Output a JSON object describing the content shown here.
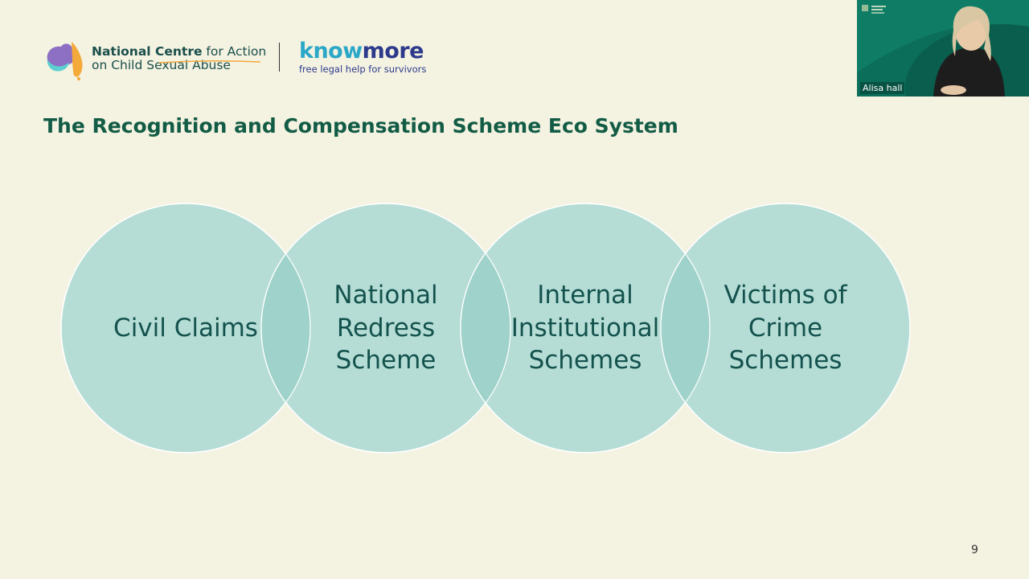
{
  "header": {
    "ncac_logo": {
      "line1_bold": "National Centre",
      "line1_rest": " for Action",
      "line2": "on Child Sexual Abuse"
    },
    "knowmore_logo": {
      "word_part1": "know",
      "word_part2": "more",
      "tagline": "free legal help for survivors"
    }
  },
  "slide": {
    "title": "The Recognition and Compensation Scheme Eco System",
    "circles": [
      {
        "lines": [
          "Civil Claims"
        ]
      },
      {
        "lines": [
          "National",
          "Redress",
          "Scheme"
        ]
      },
      {
        "lines": [
          "Internal",
          "Institutional",
          "Schemes"
        ]
      },
      {
        "lines": [
          "Victims of",
          "Crime",
          "Schemes"
        ]
      }
    ],
    "page_number": "9"
  },
  "video": {
    "participant_name": "Alisa hall"
  },
  "colors": {
    "background": "#f4f2e1",
    "title": "#125c46",
    "circle_fill": "#b5ddd6",
    "circle_overlap": "#9ed2cb",
    "circle_text": "#14524d",
    "knowmore_teal": "#2ba8c8",
    "knowmore_navy": "#2d3a8c"
  }
}
